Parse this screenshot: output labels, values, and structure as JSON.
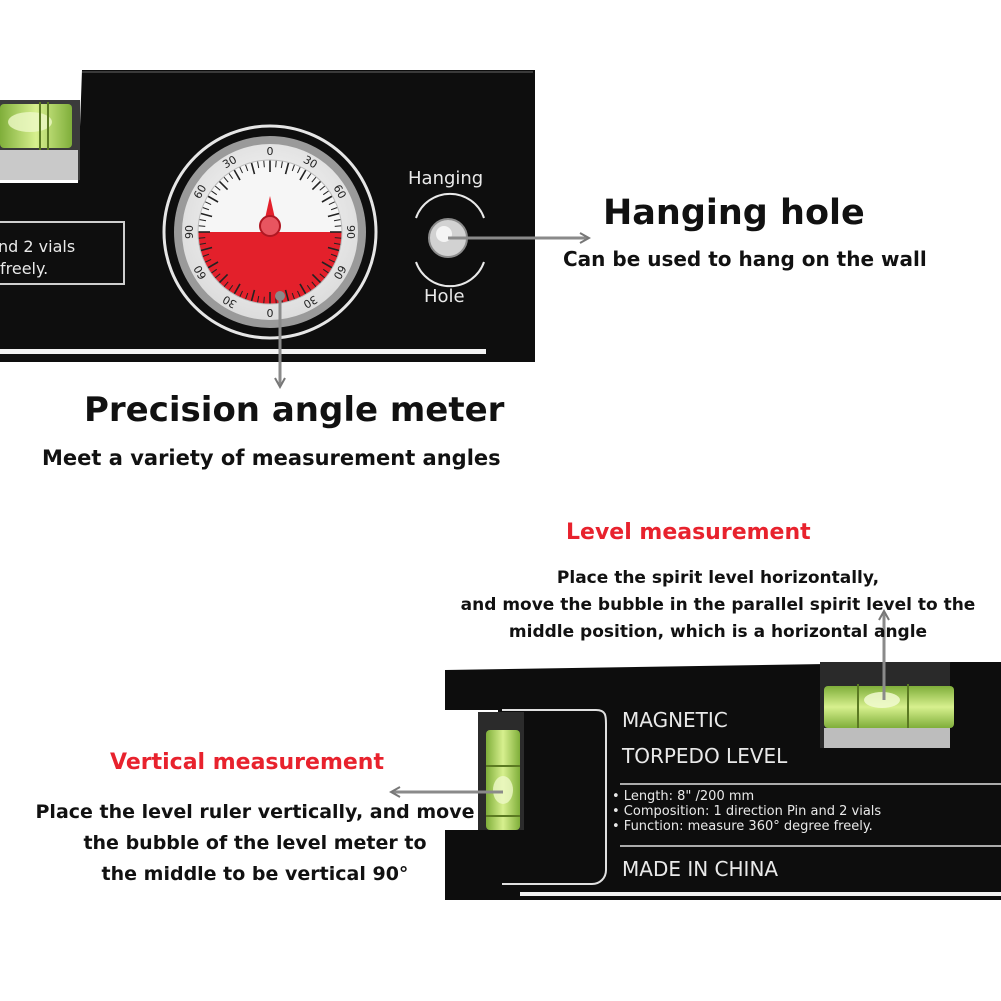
{
  "colors": {
    "accent_red": "#e8222d",
    "body_black": "#0d0d0d",
    "vial_green": "#b9e36a",
    "dial_red": "#e3202b"
  },
  "upper_level": {
    "panel_text_line1": "nd 2 vials",
    "panel_text_line2": "freely.",
    "hanging_label_top": "Hanging",
    "hanging_label_bottom": "Hole",
    "dial_labels": [
      "0",
      "30",
      "60",
      "90",
      "60",
      "30",
      "0",
      "30",
      "60",
      "90",
      "60",
      "30"
    ]
  },
  "callouts": {
    "hanging_hole_title": "Hanging hole",
    "hanging_hole_desc": "Can be used to hang on the wall",
    "angle_meter_title": "Precision angle meter",
    "angle_meter_desc": "Meet a variety of measurement angles",
    "level_title": "Level measurement",
    "level_desc_1": "Place the spirit level horizontally,",
    "level_desc_2": "and move the bubble in the parallel spirit level to the",
    "level_desc_3": "middle position, which is a horizontal angle",
    "vertical_title": "Vertical measurement",
    "vertical_desc_1": "Place the level ruler vertically, and move",
    "vertical_desc_2": "the bubble of the level meter to",
    "vertical_desc_3": "the middle to be vertical 90°"
  },
  "lower_level": {
    "label_1": "MAGNETIC",
    "label_2": "TORPEDO LEVEL",
    "spec_1": "• Length: 8\" /200 mm",
    "spec_2": "• Composition:  1  direction Pin  and  2 vials",
    "spec_3": "• Function: measure 360° degree freely.",
    "made_in": "MADE IN CHINA"
  }
}
